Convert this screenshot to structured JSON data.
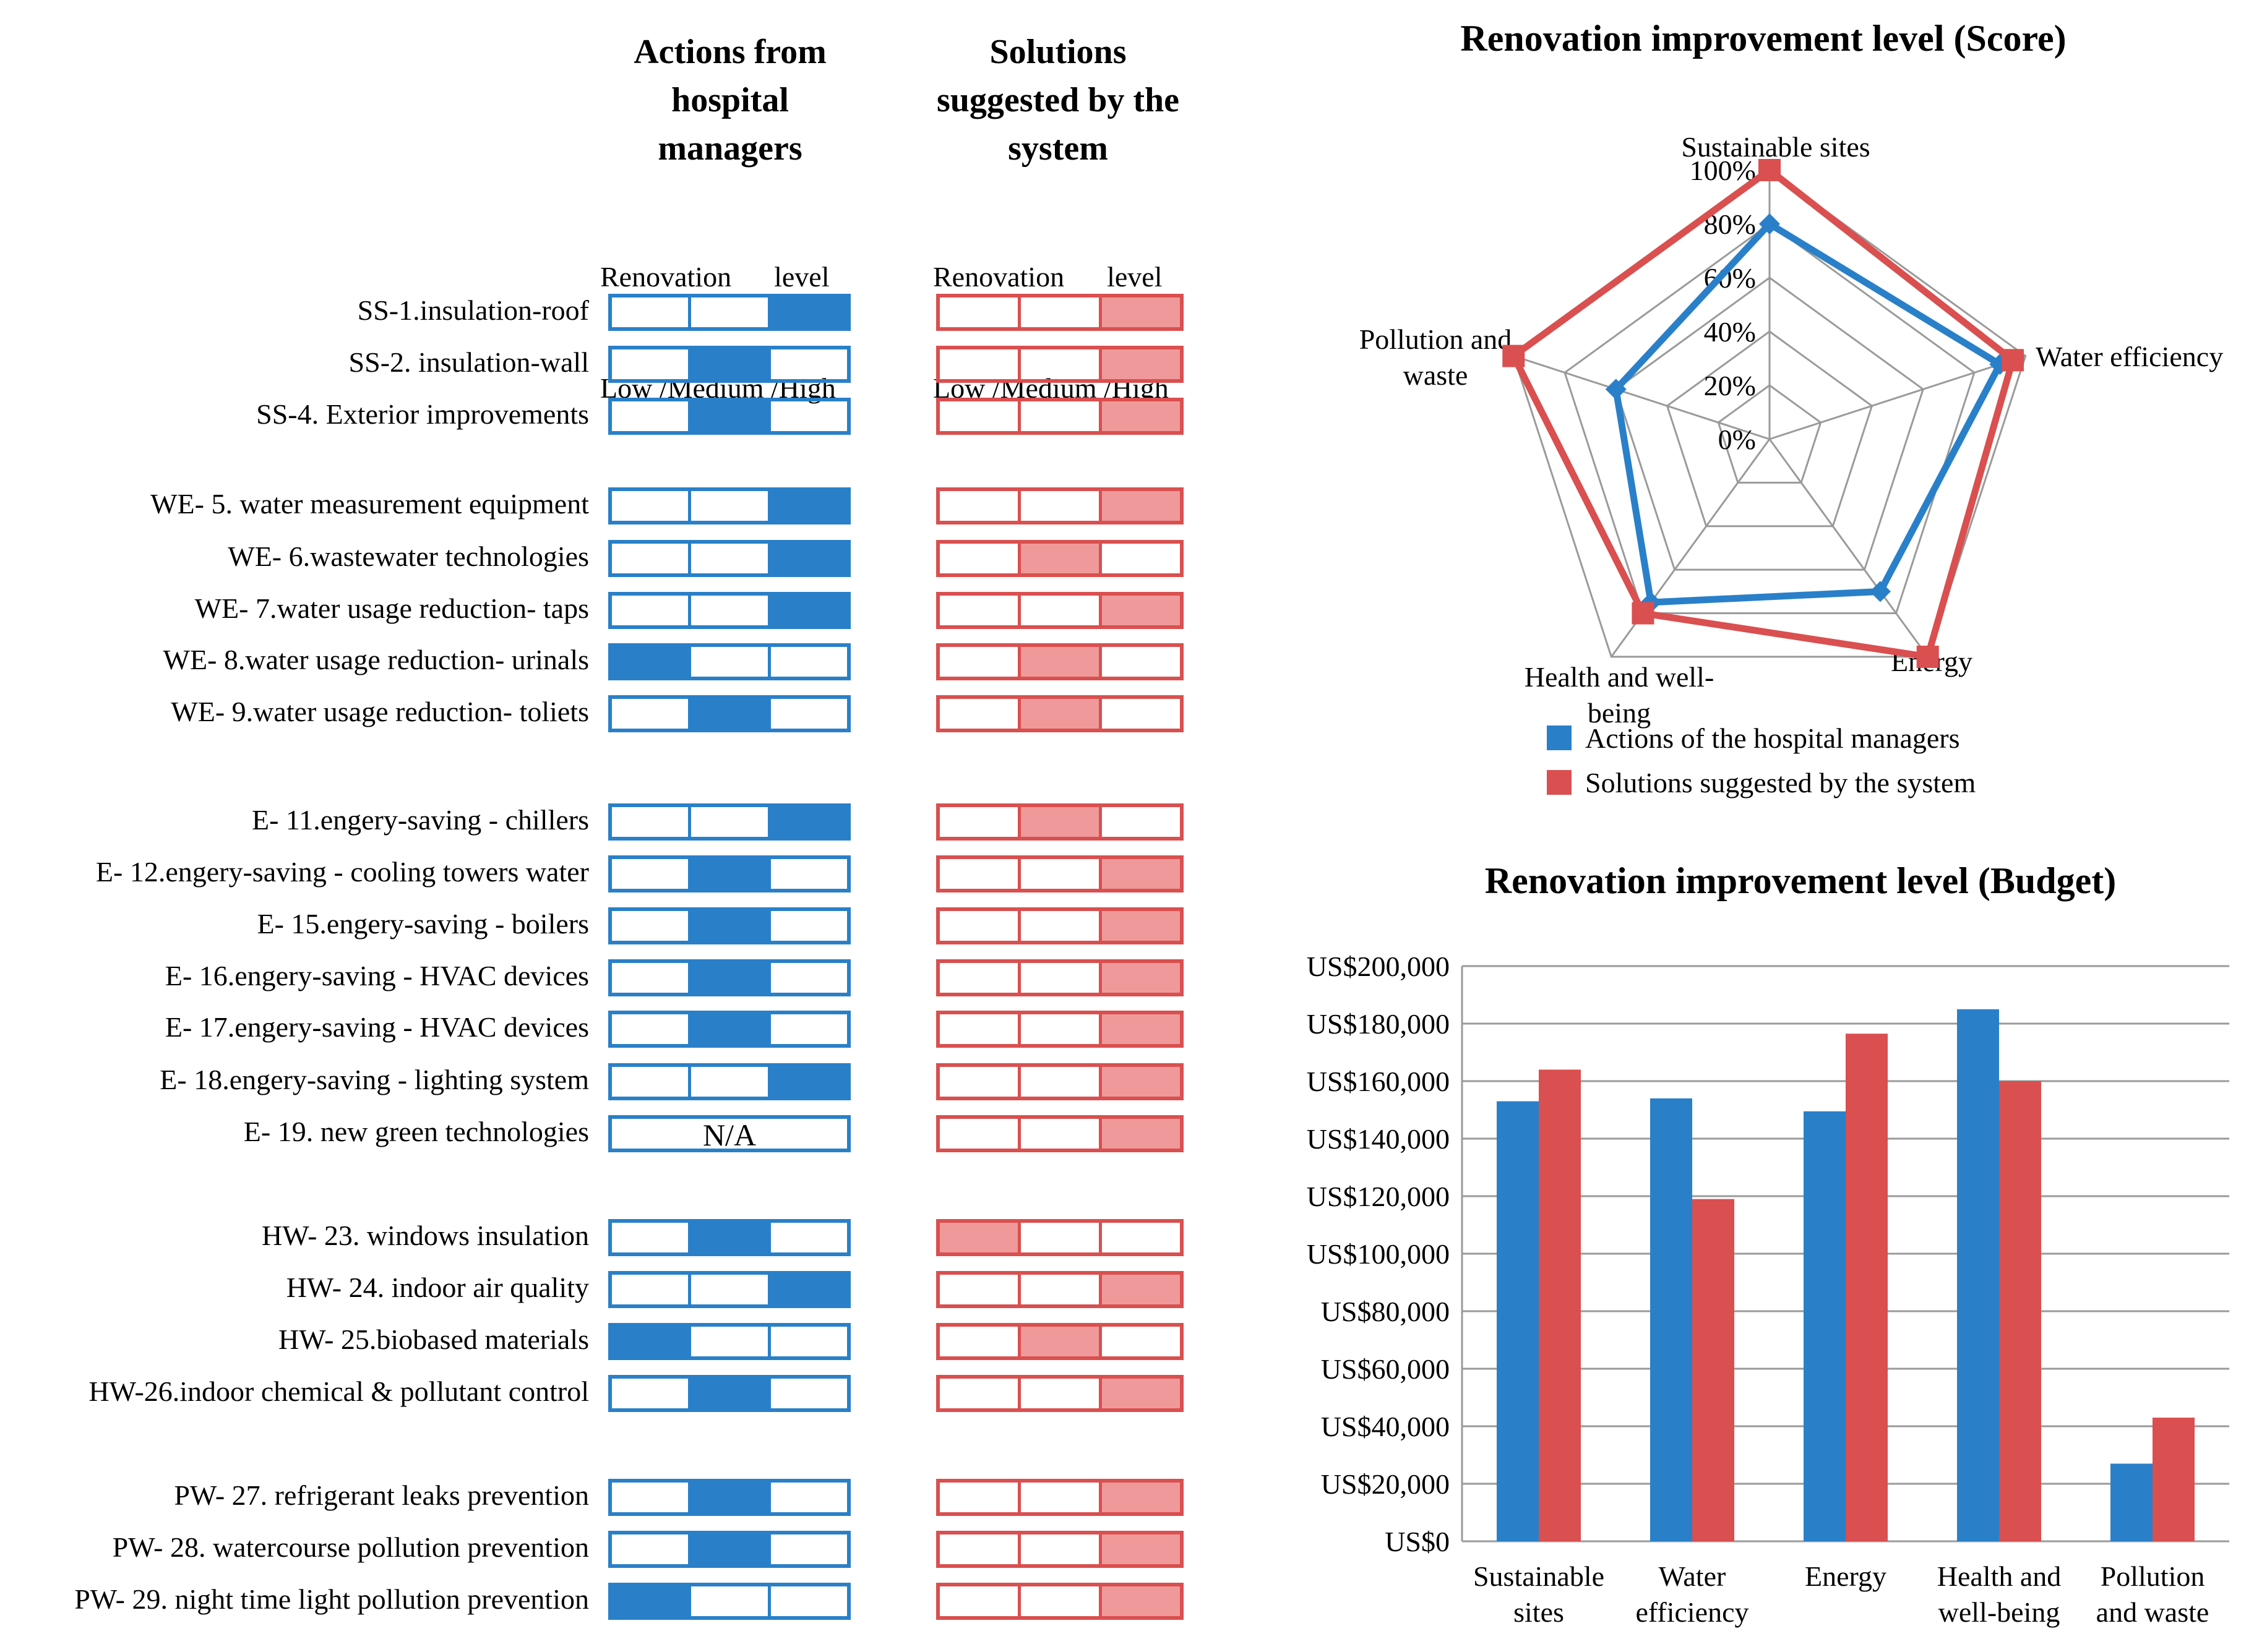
{
  "colors": {
    "blue": "#2980C9",
    "red": "#DA4F4F",
    "red_fill": "#F0999A"
  },
  "table": {
    "managers_header": [
      "Actions from",
      "hospital",
      "managers"
    ],
    "system_header": [
      "Solutions",
      "suggested by the",
      "system"
    ],
    "scale_header": [
      "Renovation      level",
      "Low /Medium /High"
    ],
    "levels": [
      "Low",
      "Medium",
      "High"
    ],
    "rows": [
      {
        "label": "SS-1.insulation-roof",
        "managers": "High",
        "system": "High"
      },
      {
        "label": "SS-2. insulation-wall",
        "managers": "Medium",
        "system": "High"
      },
      {
        "label": "SS-4. Exterior improvements",
        "managers": "Medium",
        "system": "High"
      },
      {
        "label": "WE- 5. water measurement equipment",
        "managers": "High",
        "system": "High"
      },
      {
        "label": "WE- 6.wastewater technologies",
        "managers": "High",
        "system": "Medium"
      },
      {
        "label": "WE- 7.water usage reduction- taps",
        "managers": "High",
        "system": "High"
      },
      {
        "label": "WE- 8.water usage reduction- urinals",
        "managers": "Low",
        "system": "Medium"
      },
      {
        "label": "WE- 9.water usage reduction- toliets",
        "managers": "Medium",
        "system": "Medium"
      },
      {
        "label": "E- 11.engery-saving - chillers",
        "managers": "High",
        "system": "Medium"
      },
      {
        "label": "E- 12.engery-saving - cooling towers water",
        "managers": "Medium",
        "system": "High"
      },
      {
        "label": "E- 15.engery-saving - boilers",
        "managers": "Medium",
        "system": "High"
      },
      {
        "label": "E- 16.engery-saving - HVAC devices",
        "managers": "Medium",
        "system": "High"
      },
      {
        "label": "E- 17.engery-saving - HVAC devices",
        "managers": "Medium",
        "system": "High"
      },
      {
        "label": "E- 18.engery-saving - lighting system",
        "managers": "High",
        "system": "High"
      },
      {
        "label": "E- 19. new green technologies",
        "managers": "N/A",
        "system": "High"
      },
      {
        "label": "HW- 23. windows insulation",
        "managers": "Medium",
        "system": "Low"
      },
      {
        "label": "HW- 24. indoor air quality",
        "managers": "High",
        "system": "High"
      },
      {
        "label": "HW- 25.biobased materials",
        "managers": "Low",
        "system": "Medium"
      },
      {
        "label": "HW-26.indoor chemical & pollutant control",
        "managers": "Medium",
        "system": "High"
      },
      {
        "label": "PW- 27. refrigerant leaks prevention",
        "managers": "Medium",
        "system": "High"
      },
      {
        "label": "PW- 28. watercourse pollution prevention",
        "managers": "Medium",
        "system": "High"
      },
      {
        "label": "PW- 29. night time light pollution prevention",
        "managers": "Low",
        "system": "High"
      }
    ]
  },
  "chart_data": [
    {
      "type": "radar",
      "title": "Renovation improvement level (Score)",
      "categories": [
        "Sustainable sites",
        "Water efficiency",
        "Energy",
        "Health and well-being",
        "Pollution and waste"
      ],
      "category_labels": [
        [
          "Sustainable sites"
        ],
        [
          "Water efficiency"
        ],
        [
          "Energy"
        ],
        [
          "Health and well-",
          "being"
        ],
        [
          "Pollution and",
          "waste"
        ]
      ],
      "ticks": [
        "0%",
        "20%",
        "40%",
        "60%",
        "80%",
        "100%"
      ],
      "rlim": [
        0,
        100
      ],
      "series": [
        {
          "name": "Actions of the hospital managers",
          "values": [
            80,
            90,
            70,
            75,
            60
          ]
        },
        {
          "name": "Solutions suggested by the system",
          "values": [
            100,
            95,
            100,
            80,
            100
          ]
        }
      ],
      "legend": "bottom"
    },
    {
      "type": "bar",
      "title": "Renovation improvement level (Budget)",
      "categories": [
        "Sustainable sites",
        "Water efficiency",
        "Energy",
        "Health and well-being",
        "Pollution and waste"
      ],
      "category_labels": [
        [
          "Sustainable",
          "sites"
        ],
        [
          "Water",
          "efficiency"
        ],
        [
          "Energy"
        ],
        [
          "Health and",
          "well-being"
        ],
        [
          "Pollution",
          "and waste"
        ]
      ],
      "ylim": [
        0,
        200000
      ],
      "yticks": [
        "US$0",
        "US$20,000",
        "US$40,000",
        "US$60,000",
        "US$80,000",
        "US$100,000",
        "US$120,000",
        "US$140,000",
        "US$160,000",
        "US$180,000",
        "US$200,000"
      ],
      "series": [
        {
          "name": "Actions of the hospital managers",
          "values": [
            153000,
            154000,
            149500,
            185000,
            27000
          ]
        },
        {
          "name": "Solutions suggested by the system",
          "values": [
            164000,
            119000,
            176500,
            160000,
            43000
          ]
        }
      ],
      "grid": true
    }
  ]
}
